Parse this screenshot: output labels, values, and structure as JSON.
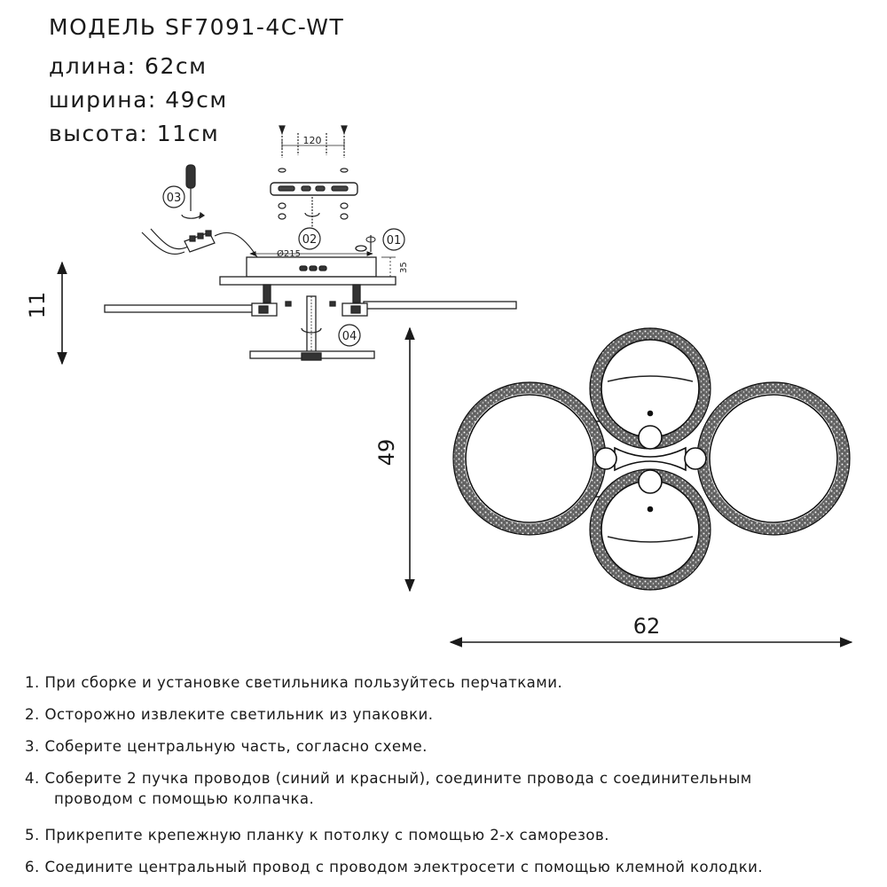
{
  "specs": {
    "model": "МОДЕЛЬ SF7091-4C-WT",
    "length": "длина: 62см",
    "width": "ширина: 49см",
    "height": "высота: 11см"
  },
  "diagram": {
    "callouts": [
      "01",
      "02",
      "03",
      "04"
    ],
    "mount_spacing": "120",
    "canopy_diameter": "Ø215",
    "canopy_height": "35",
    "side_height": "11",
    "plan_height": "49",
    "plan_width": "62"
  },
  "instructions": [
    "1. При сборке и установке светильника пользуйтесь перчатками.",
    "2. Осторожно извлеките светильник из упаковки.",
    "3. Соберите центральную часть, согласно схеме.",
    "4. Соберите 2 пучка проводов (синий и красный), соедините провода с соединительным",
    "проводом с помощью колпачка.",
    "5. Прикрепите крепежную планку к потолку с помощью 2-х саморезов.",
    "6. Соедините центральный провод с проводом электросети с помощью клемной колодки."
  ]
}
